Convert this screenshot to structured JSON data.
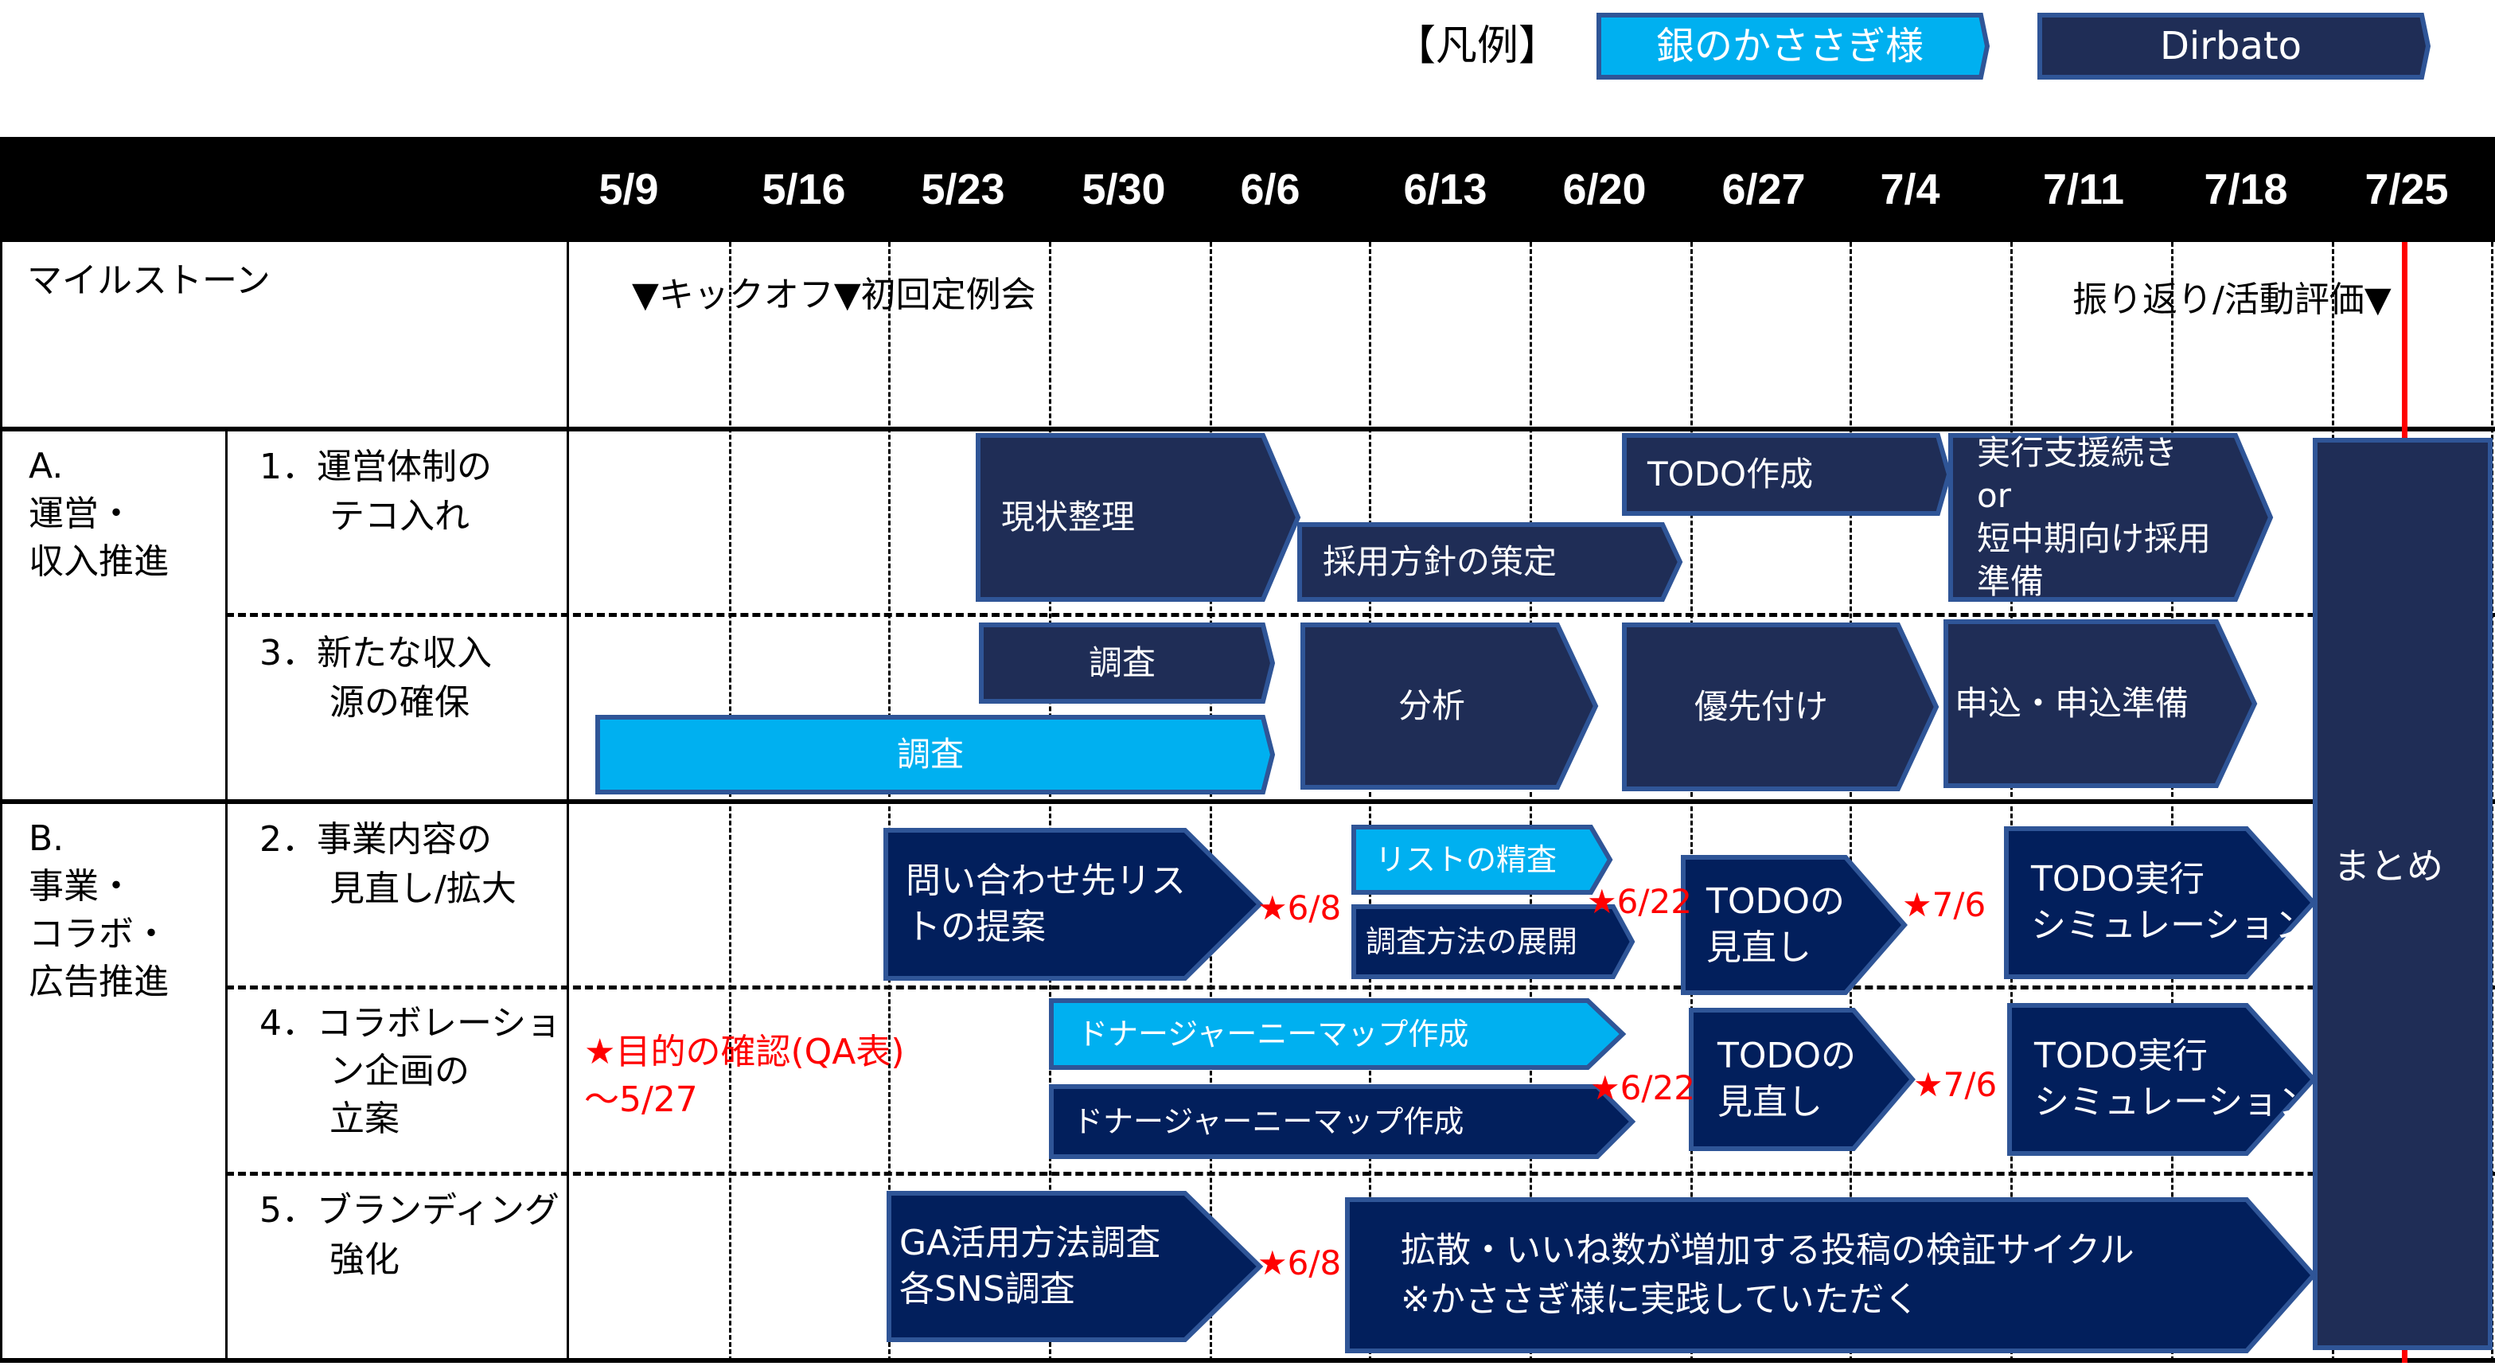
{
  "legend": {
    "label": "【凡例】",
    "client": "銀のかささぎ様",
    "vendor": "Dirbato"
  },
  "colors": {
    "client": "#00b0f0",
    "vendor_a": "#1f2d56",
    "vendor_b": "#021f5c",
    "border": "#2f5597",
    "deadline": "#ff0000"
  },
  "dates": [
    "5/9",
    "5/16",
    "5/23",
    "5/30",
    "6/6",
    "6/13",
    "6/20",
    "6/27",
    "7/4",
    "7/11",
    "7/18",
    "7/25"
  ],
  "milestone": {
    "label": "マイルストーン",
    "kickoff": "▼キックオフ▼初回定例会",
    "review": "振り返り/活動評価▼"
  },
  "sections": {
    "a": {
      "label": "A.\n運営・\n収入推進",
      "row1": "1．運営体制の\n　　テコ入れ",
      "row3": "3．新たな収入\n　　源の確保"
    },
    "b": {
      "label": "B.\n事業・\nコラボ・\n広告推進",
      "row2": "2．事業内容の\n　　見直し/拡大",
      "row4": "4．コラボレーショ\n　　ン企画の\n　　立案",
      "row5": "5．ブランディング\n　　強化"
    }
  },
  "tasks": {
    "genjo": "現状整理",
    "saiyo": "採用方針の策定",
    "todo_create": "TODO作成",
    "jikko": "実行支援続き\nor\n短中期向け採用\n準備",
    "chosa_dark": "調査",
    "chosa_client": "調査",
    "bunseki": "分析",
    "yusen": "優先付け",
    "moshikomi": "申込・申込準備",
    "matome": "まとめ",
    "toiawase": "問い合わせ先リス\nトの提案",
    "list_seisa": "リストの精査",
    "chosa_hoho": "調査方法の展開",
    "todo_minaoshi_1": "TODOの\n見直し",
    "todo_sim_1": "TODO実行\nシミュレーション",
    "donor_client": "ドナージャーニーマップ作成",
    "donor_vendor": "ドナージャーニーマップ作成",
    "todo_minaoshi_2": "TODOの\n見直し",
    "todo_sim_2": "TODO実行\nシミュレーション",
    "ga": "GA活用方法調査\n各SNS調査",
    "kakusan": "拡散・いいね数が増加する投稿の検証サイクル\n※かささぎ様に実践していただく"
  },
  "deadlines": {
    "d1": "★6/8",
    "d2": "★6/22",
    "d3": "★7/6",
    "d4": "★6/22",
    "d5": "★7/6",
    "d6": "★6/8",
    "purpose": "★目的の確認(QA表)\n～5/27"
  }
}
